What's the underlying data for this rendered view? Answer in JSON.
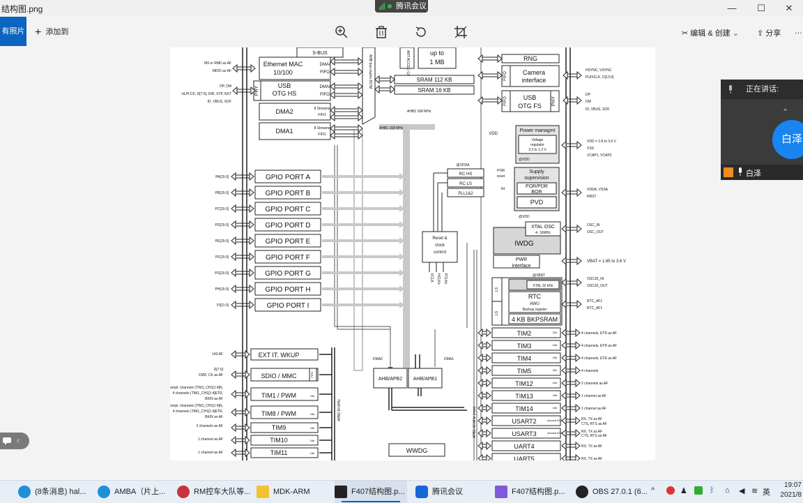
{
  "window": {
    "title": "结构图.png"
  },
  "meeting_pill": {
    "label": "腾讯会议"
  },
  "toolbar": {
    "left_label": "有照片",
    "add_label": "添加到",
    "edit_label": "编辑 & 创建",
    "share_label": "分享"
  },
  "speaker_panel": {
    "header": "正在讲话:",
    "avatar_text": "白泽",
    "name": "白泽"
  },
  "taskbar": {
    "items": [
      "(8条消息) hal...",
      "AMBA（片上...",
      "RM控车大队等...",
      "MDK-ARM",
      "F407结构图.p...",
      "腾讯会议",
      "F407结构图.p...",
      "OBS 27.0.1 (6..."
    ],
    "ime": "英",
    "time": "19:07",
    "date": "2021/8"
  },
  "diagram": {
    "top_partial": [
      "S-BUS",
      "up to",
      "1 MB"
    ],
    "ethernet": [
      "Ethernet MAC",
      "10/100"
    ],
    "usb_hs": [
      "USB",
      "OTG HS"
    ],
    "phy": "PHY",
    "dma_fifo_labels": [
      "DMA/",
      "FIFO",
      "DMA/",
      "FIFO"
    ],
    "dma2": "DMA2",
    "dma1": "DMA1",
    "streams": [
      "8 Streams",
      "FIFO",
      "8 Streams",
      "FIFO"
    ],
    "sram": [
      "SRAM 112 KB",
      "SRAM 16 KB"
    ],
    "ahb_matrix": "AHB bus-matrix 8S7M",
    "art_accel": "ART ACCEL/ CACHE",
    "ahb1_168": "AHB1 168 MHz",
    "ahb2_168": "AHB2 168 MHz",
    "rng": "RNG",
    "camera": [
      "Camera",
      "interface"
    ],
    "fifo": "FIFO",
    "usb_fs": [
      "USB",
      "OTG FS"
    ],
    "left_signals": [
      "MII or RMII as AF",
      "MDIO as AF",
      "DP, DM",
      "ULPI:CK, D[7:0], DIR, STP, NXT",
      "ID, VBUS, SOF"
    ],
    "right_signals_top": [
      "HSYNC, VSYNC",
      "PUIXCLK, D[13:0]",
      "DP",
      "DM",
      "ID, VBUS, SOF"
    ],
    "power_mgmt": "Power managmt",
    "voltage_reg": [
      "Voltage",
      "regulator",
      "3.3 to 1.2 V"
    ],
    "vdd": "VDD",
    "vdd_range": [
      "VDD = 1.8 to 3.6 V",
      "VSS",
      "VCAP1, VCAP2"
    ],
    "at_vdda": "@VDDA",
    "at_vdd": "@VDD",
    "rc": [
      "RC  HS",
      "RC  LS",
      "PLL1&2"
    ],
    "supply_sup": [
      "Supply",
      "supervision"
    ],
    "por_pdr": [
      "POR/PDR",
      "BOR"
    ],
    "pvd": "PVD",
    "por_reset": [
      "POR",
      "reset"
    ],
    "int": "Int",
    "vdda_vssa": [
      "VDDA, VSSA",
      "NRST"
    ],
    "reset_clock": [
      "Reset &",
      "clock",
      "control"
    ],
    "clk_out": [
      "FCLK",
      "HCLKx",
      "PCLKx"
    ],
    "xtal_osc": [
      "XTAL OSC",
      "4- 16MHz"
    ],
    "osc": [
      "OSC_IN",
      "OSC_OUT"
    ],
    "iwdg": "IWDG",
    "pwr": [
      "PWR",
      "interface"
    ],
    "vbat": "VBAT = 1.65 to 3.6 V",
    "at_vbat": "@VBAT",
    "xtal32": "XTAL 32 kHz",
    "rtc": [
      "RTC",
      "AWU",
      "Backup register"
    ],
    "bkpsram": "4 KB BKPSRAM",
    "ls": [
      "LS",
      "LS"
    ],
    "osc32": [
      "OSC32_IN",
      "OSC32_OUT"
    ],
    "rtc_af": [
      "RTC_AF1",
      "RTC_AF1"
    ],
    "gpio": [
      "GPIO PORT A",
      "GPIO PORT B",
      "GPIO PORT C",
      "GPIO PORT D",
      "GPIO PORT E",
      "GPIO PORT F",
      "GPIO PORT G",
      "GPIO PORT H",
      "GPIO PORT I"
    ],
    "gpio_pins": [
      "PA[15:0]",
      "PB[15:0]",
      "PC[15:0]",
      "PD[15:0]",
      "PE[15:0]",
      "PF[15:0]",
      "PG[15:0]",
      "PH[15:0]",
      "PI[11:0]"
    ],
    "apb2_periph": [
      "EXT IT. WKUP",
      "SDIO / MMC",
      "TIM1 / PWM",
      "TIM8 / PWM",
      "TIM9",
      "TIM10",
      "TIM11"
    ],
    "apb2_bits": [
      "",
      "",
      "16b",
      "16b",
      "16b",
      "16b",
      "16b"
    ],
    "apb2_signals": [
      "140 AF",
      "D[7:0]",
      "CMD, CK as AF",
      "4 compl. channels (TIM1_CH1[1:4]N,",
      "4 channels (TIM1_CH1[1:4]ETR,",
      "BKIN as AF",
      "4 compl. channels (TIM1_CH1[1:4]N,",
      "4 channels (TIM1_CH1[1:4]ETR,",
      "BKIN as AF",
      "2 channels as AF",
      "1 channel as AF",
      "1 channel as AF"
    ],
    "apb2_bus": "APB2 84 MHz",
    "ahb_apb": [
      "AHB/APB2",
      "AHB/APB1"
    ],
    "dma_tags": [
      "DMA2",
      "DMA1"
    ],
    "wwdg": "WWDG",
    "apb1_periph": [
      "TIM2",
      "TIM3",
      "TIM4",
      "TIM5",
      "TIM12",
      "TIM13",
      "TIM14",
      "USART2",
      "USART3",
      "UART4",
      "UART5"
    ],
    "apb1_bits": [
      "32b",
      "16b",
      "16b",
      "32b",
      "16b",
      "16b",
      "16b",
      "smcard irDA",
      "smcard irDA",
      "",
      ""
    ],
    "apb1_signals": [
      "4 channels, ETR as AF",
      "4 channels, ETR as AF",
      "4 channels, ETR as AF",
      "4 channels",
      "2 channels as AF",
      "1 channel as AF",
      "1 channel as AF",
      "RX, TX as AF",
      "CTS, RTS as AF",
      "RX, TX as AF",
      "CTS, RTS as AF",
      "RX, TX as AF",
      "RX, TX as AF"
    ],
    "apb1_bus": "APB1 42 MHz (max)"
  }
}
